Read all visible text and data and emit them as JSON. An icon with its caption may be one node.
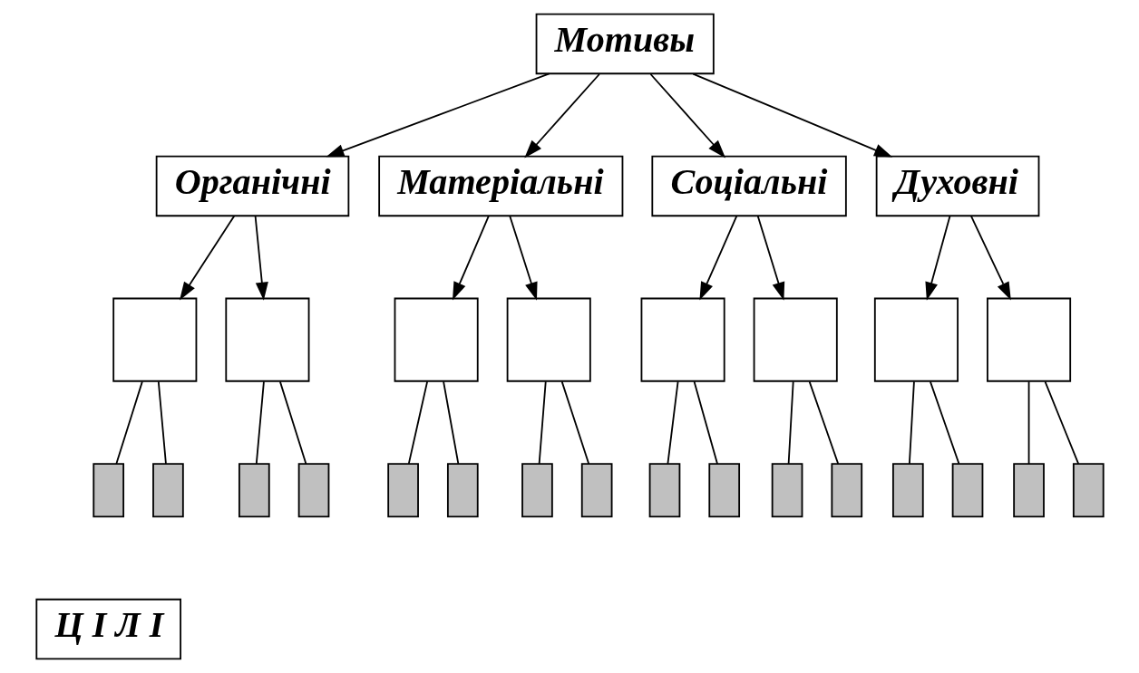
{
  "diagram": {
    "nodes": [
      {
        "text": [
          "Мотивы"
        ]
      },
      {
        "text": [
          "Органічні"
        ]
      },
      {
        "text": [
          "Матеріальні"
        ]
      },
      {
        "text": [
          "Соціальні"
        ]
      },
      {
        "text": [
          "Духовні"
        ]
      },
      {
        "text": [],
        "shape": "box"
      },
      {
        "text": [],
        "shape": "box"
      },
      {
        "text": [],
        "shape": "box"
      },
      {
        "text": [],
        "shape": "box"
      },
      {
        "text": [],
        "shape": "box"
      },
      {
        "text": [],
        "shape": "box"
      },
      {
        "text": [],
        "shape": "box"
      },
      {
        "text": [],
        "shape": "box"
      },
      {
        "text": [],
        "shape": "bar"
      },
      {
        "text": [],
        "shape": "bar"
      },
      {
        "text": [],
        "shape": "bar"
      },
      {
        "text": [],
        "shape": "bar"
      },
      {
        "text": [],
        "shape": "bar"
      },
      {
        "text": [],
        "shape": "bar"
      },
      {
        "text": [],
        "shape": "bar"
      },
      {
        "text": [],
        "shape": "bar"
      },
      {
        "text": [],
        "shape": "bar"
      },
      {
        "text": [],
        "shape": "bar"
      },
      {
        "text": [],
        "shape": "bar"
      },
      {
        "text": [],
        "shape": "bar"
      },
      {
        "text": [],
        "shape": "bar"
      },
      {
        "text": [],
        "shape": "bar"
      },
      {
        "text": [],
        "shape": "bar"
      },
      {
        "text": [],
        "shape": "bar"
      },
      {
        "text": [
          "Ц І Л І"
        ]
      }
    ],
    "edges": [
      {
        "from": 0,
        "to": 1,
        "arrow": "to"
      },
      {
        "from": 0,
        "to": 2,
        "arrow": "to"
      },
      {
        "from": 0,
        "to": 3,
        "arrow": "to"
      },
      {
        "from": 0,
        "to": 4,
        "arrow": "to"
      },
      {
        "from": 1,
        "to": 5,
        "arrow": "to"
      },
      {
        "from": 1,
        "to": 6,
        "arrow": "to"
      },
      {
        "from": 2,
        "to": 7,
        "arrow": "to"
      },
      {
        "from": 2,
        "to": 8,
        "arrow": "to"
      },
      {
        "from": 3,
        "to": 9,
        "arrow": "to"
      },
      {
        "from": 3,
        "to": 10,
        "arrow": "to"
      },
      {
        "from": 4,
        "to": 11,
        "arrow": "to"
      },
      {
        "from": 4,
        "to": 12,
        "arrow": "to"
      },
      {
        "from": 5,
        "to": 13,
        "arrow": "none"
      },
      {
        "from": 5,
        "to": 14,
        "arrow": "none"
      },
      {
        "from": 6,
        "to": 15,
        "arrow": "none"
      },
      {
        "from": 6,
        "to": 16,
        "arrow": "none"
      },
      {
        "from": 7,
        "to": 17,
        "arrow": "none"
      },
      {
        "from": 7,
        "to": 18,
        "arrow": "none"
      },
      {
        "from": 8,
        "to": 19,
        "arrow": "none"
      },
      {
        "from": 8,
        "to": 20,
        "arrow": "none"
      },
      {
        "from": 9,
        "to": 21,
        "arrow": "none"
      },
      {
        "from": 9,
        "to": 22,
        "arrow": "none"
      },
      {
        "from": 10,
        "to": 23,
        "arrow": "none"
      },
      {
        "from": 10,
        "to": 24,
        "arrow": "none"
      },
      {
        "from": 11,
        "to": 25,
        "arrow": "none"
      },
      {
        "from": 11,
        "to": 26,
        "arrow": "none"
      },
      {
        "from": 12,
        "to": 27,
        "arrow": "none"
      },
      {
        "from": 12,
        "to": 28,
        "arrow": "none"
      }
    ]
  }
}
